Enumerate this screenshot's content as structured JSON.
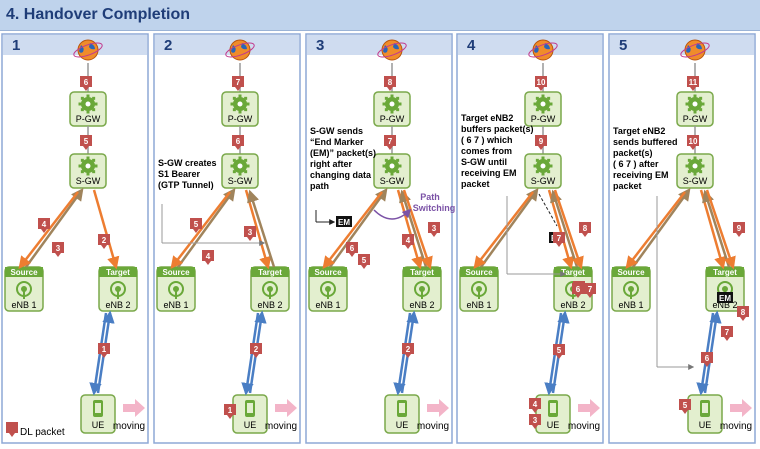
{
  "title": "4. Handover Completion",
  "legend": {
    "label": "DL packet"
  },
  "labels": {
    "pgw": "P-GW",
    "sgw": "S-GW",
    "source": "Source",
    "target": "Target",
    "enb1": "eNB 1",
    "enb2": "eNB 2",
    "ue": "UE",
    "moving": "moving",
    "em": "EM"
  },
  "colors": {
    "panel_border": "#8ea9d6",
    "panel_header": "#cfdcf0",
    "node_fill": "#e3efcf",
    "node_border": "#7aa84a",
    "source_target_fill": "#6aa839",
    "packet": "#c0504d",
    "orange_path": "#ed7d31",
    "brown_path": "#a0845c",
    "blue_path": "#4a7ec4",
    "moving_arrow": "#f3b4c8",
    "path_switching": "#7b52a6"
  },
  "icons": {
    "internet": "globe-icon",
    "pgw": "pgw-gear-icon",
    "sgw": "sgw-gear-icon",
    "enb": "antenna-icon",
    "ue": "phone-icon",
    "moving": "moving-arrow-icon"
  },
  "panels": [
    {
      "number": "1",
      "note": [],
      "packets": [
        "6",
        "5",
        "4",
        "3",
        "2",
        "1"
      ]
    },
    {
      "number": "2",
      "note": [
        "S-GW creates",
        "S1 Bearer",
        "(GTP Tunnel)"
      ],
      "packets": [
        "7",
        "6",
        "5",
        "4",
        "3",
        "2",
        "1"
      ]
    },
    {
      "number": "3",
      "note": [
        "S-GW sends",
        "“End Marker",
        "(EM)” packet(s)",
        "right after",
        "changing data",
        "path"
      ],
      "path_switching": [
        "Path",
        "Switching"
      ],
      "packets": [
        "8",
        "7",
        "6",
        "5",
        "4",
        "3",
        "2"
      ]
    },
    {
      "number": "4",
      "note": [
        "Target eNB2",
        "buffers packet(s)",
        "(  6   7 ) which",
        "comes from",
        "S-GW until",
        "receiving EM",
        "packet"
      ],
      "packets": [
        "10",
        "9",
        "8",
        "7",
        "6",
        "5",
        "4",
        "3",
        "6",
        "7"
      ]
    },
    {
      "number": "5",
      "note": [
        "Target eNB2",
        "sends buffered",
        "packet(s)",
        "(  6   7 ) after",
        "receiving EM",
        "packet"
      ],
      "packets": [
        "11",
        "10",
        "9",
        "8",
        "7",
        "6",
        "5",
        "6",
        "7"
      ]
    }
  ]
}
